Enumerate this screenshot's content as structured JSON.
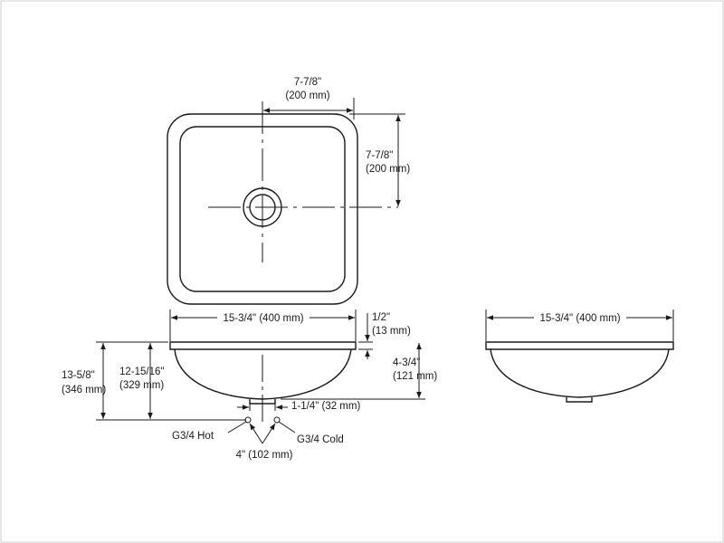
{
  "top_view": {
    "width_half_label": "7-7/8\"",
    "width_half_metric": "(200 mm)",
    "depth_half_label": "7-7/8\"",
    "depth_half_metric": "(200 mm)"
  },
  "side_view": {
    "overall_width": "15-3/4\" (400 mm)",
    "rim_height": "1/2\"",
    "rim_height_metric": "(13 mm)",
    "bowl_depth": "4-3/4\"",
    "bowl_depth_metric": "(121 mm)",
    "total_height": "13-5/8\"",
    "total_height_metric": "(346 mm)",
    "drain_height": "12-15/16\"",
    "drain_height_metric": "(329 mm)",
    "drain_diameter": "1-1/4\" (32 mm)",
    "hot_label": "G3/4 Hot",
    "cold_label": "G3/4 Cold",
    "supply_spacing": "4\" (102 mm)"
  },
  "end_view": {
    "overall_width": "15-3/4\" (400 mm)"
  }
}
